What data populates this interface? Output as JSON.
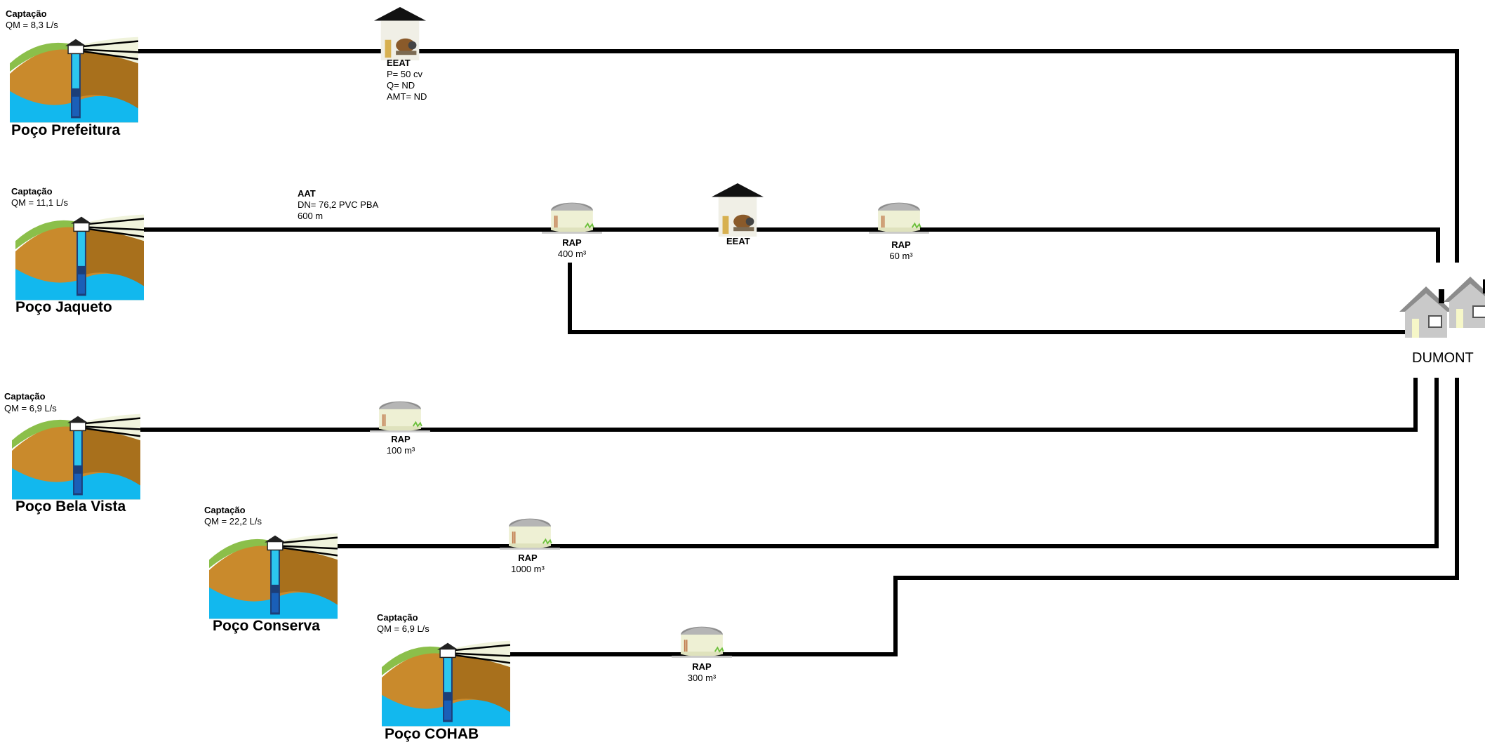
{
  "wells": [
    {
      "caption": "Captação",
      "flow": "QM = 8,3 L/s",
      "name": "Poço Prefeitura"
    },
    {
      "caption": "Captação",
      "flow": "QM = 11,1 L/s",
      "name": "Poço Jaqueto"
    },
    {
      "caption": "Captação",
      "flow": "QM = 6,9 L/s",
      "name": "Poço Bela Vista"
    },
    {
      "caption": "Captação",
      "flow": "QM = 22,2  L/s",
      "name": "Poço Conserva"
    },
    {
      "caption": "Captação",
      "flow": "QM = 6,9 L/s",
      "name": "Poço COHAB"
    }
  ],
  "pump_stations": [
    {
      "title": "EEAT",
      "lines": [
        "P= 50 cv",
        "Q= ND",
        "AMT= ND"
      ]
    },
    {
      "title": "EEAT",
      "lines": []
    }
  ],
  "reservoirs": [
    {
      "title": "RAP",
      "volume": "400 m³"
    },
    {
      "title": "RAP",
      "volume": "60 m³"
    },
    {
      "title": "RAP",
      "volume": "100 m³"
    },
    {
      "title": "RAP",
      "volume": "1000 m³"
    },
    {
      "title": "RAP",
      "volume": "300 m³"
    }
  ],
  "pipeline": {
    "title": "AAT",
    "lines": [
      "DN= 76,2 PVC PBA",
      "600 m"
    ]
  },
  "destination": {
    "name": "DUMONT"
  },
  "icons": {
    "well": "well-icon",
    "pump_station": "pump-station-icon",
    "reservoir": "reservoir-icon",
    "houses": "houses-icon"
  }
}
